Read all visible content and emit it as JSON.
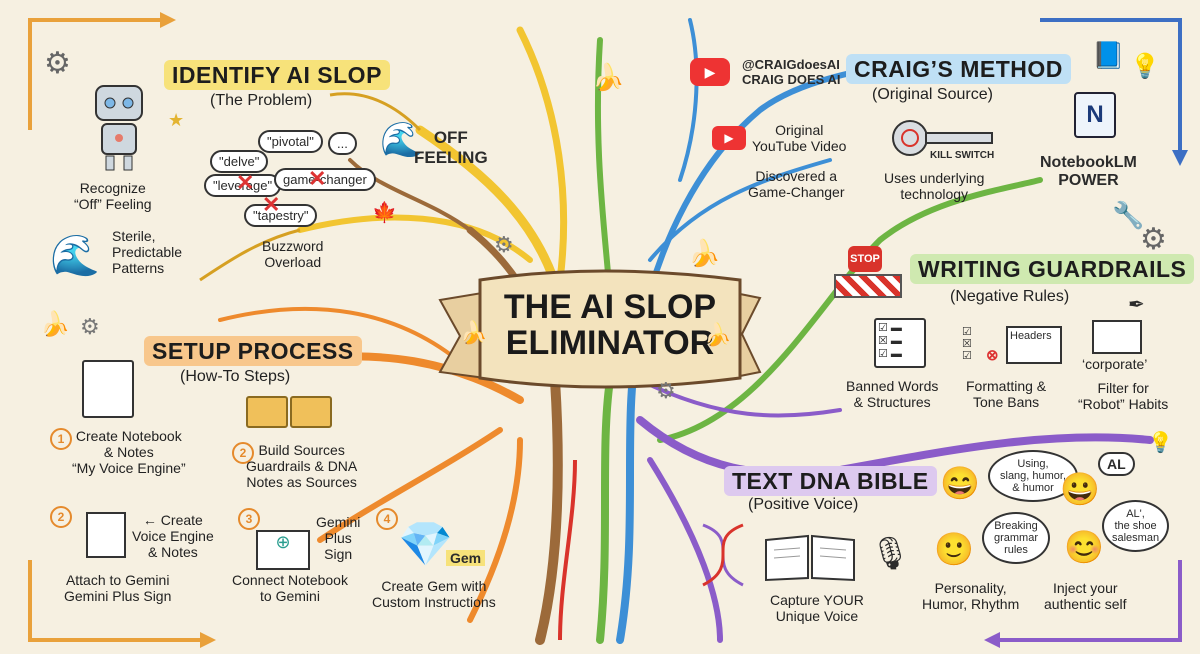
{
  "center": {
    "line1": "THE AI SLOP",
    "line2": "ELIMINATOR"
  },
  "identify": {
    "title": "IDENTIFY AI SLOP",
    "subtitle": "(The Problem)",
    "recognize": "Recognize\n“Off” Feeling",
    "sterile": "Sterile,\nPredictable\nPatterns",
    "buzzword": "Buzzword\nOverload",
    "off_feeling": "OFF\nFEELING",
    "bubbles": [
      "\"pivotal\"",
      "\"delve\"",
      "\"leverage\"",
      "game-changer",
      "\"tapestry\"",
      "..."
    ]
  },
  "method": {
    "title": "CRAIG’S METHOD",
    "subtitle": "(Original Source)",
    "handle": "@CRAIGdoesAI",
    "channel": "CRAIG DOES AI",
    "video": "Original\nYouTube Video",
    "discovered": "Discovered a\nGame-Changer",
    "kill_switch": "KILL SWITCH",
    "uses": "Uses underlying\ntechnology",
    "notebook": "NotebookLM\nPOWER",
    "n_logo": "N"
  },
  "guardrails": {
    "title": "WRITING GUARDRAILS",
    "subtitle": "(Negative Rules)",
    "stop": "STOP",
    "banned": "Banned Words\n& Structures",
    "formatting": "Formatting &\nTone Bans",
    "headers": "Headers",
    "corporate": "‘corporate’",
    "filter": "Filter for\n“Robot” Habits"
  },
  "setup": {
    "title": "SETUP PROCESS",
    "subtitle": "(How-To Steps)",
    "step1_num": "1",
    "step1": "Create Notebook\n& Notes\n“My Voice Engine”",
    "step2_num": "2",
    "step2": "Build Sources\nGuardrails & DNA\nNotes as Sources",
    "step2b_num": "2",
    "create_voice": "← Create\nVoice Engine\n& Notes",
    "attach": "Attach to Gemini\nGemini Plus Sign",
    "step3_num": "3",
    "gemini_plus": "Gemini\nPlus\nSign",
    "connect": "Connect Notebook\nto Gemini",
    "step4_num": "4",
    "gem": "Gem",
    "create_gem": "Create Gem with\nCustom Instructions"
  },
  "dna": {
    "title": "TEXT DNA BIBLE",
    "subtitle": "(Positive Voice)",
    "capture": "Capture YOUR\nUnique Voice",
    "using": "Using,\nslang, humor,\n& humor",
    "breaking": "Breaking\ngrammar\nrules",
    "al": "AL",
    "al_shoe": "AL',\nthe shoe\nsalesman",
    "personality": "Personality,\nHumor, Rhythm",
    "inject": "Inject your\nauthentic self"
  },
  "colors": {
    "yellow": "#f2c531",
    "blue": "#3d8fd6",
    "orange": "#ee8a2d",
    "green": "#7cc24c",
    "purple": "#8b5cc9",
    "red": "#d9332b"
  },
  "icons": [
    "robot-icon",
    "gear-icon",
    "wave-icon",
    "youtube-icon",
    "key-icon",
    "notebook-icon",
    "stop-sign-icon",
    "checklist-icon",
    "folder-icon",
    "diamond-icon",
    "book-icon",
    "microphone-icon",
    "dna-icon",
    "lightbulb-icon",
    "banana-icon",
    "face-icon"
  ]
}
